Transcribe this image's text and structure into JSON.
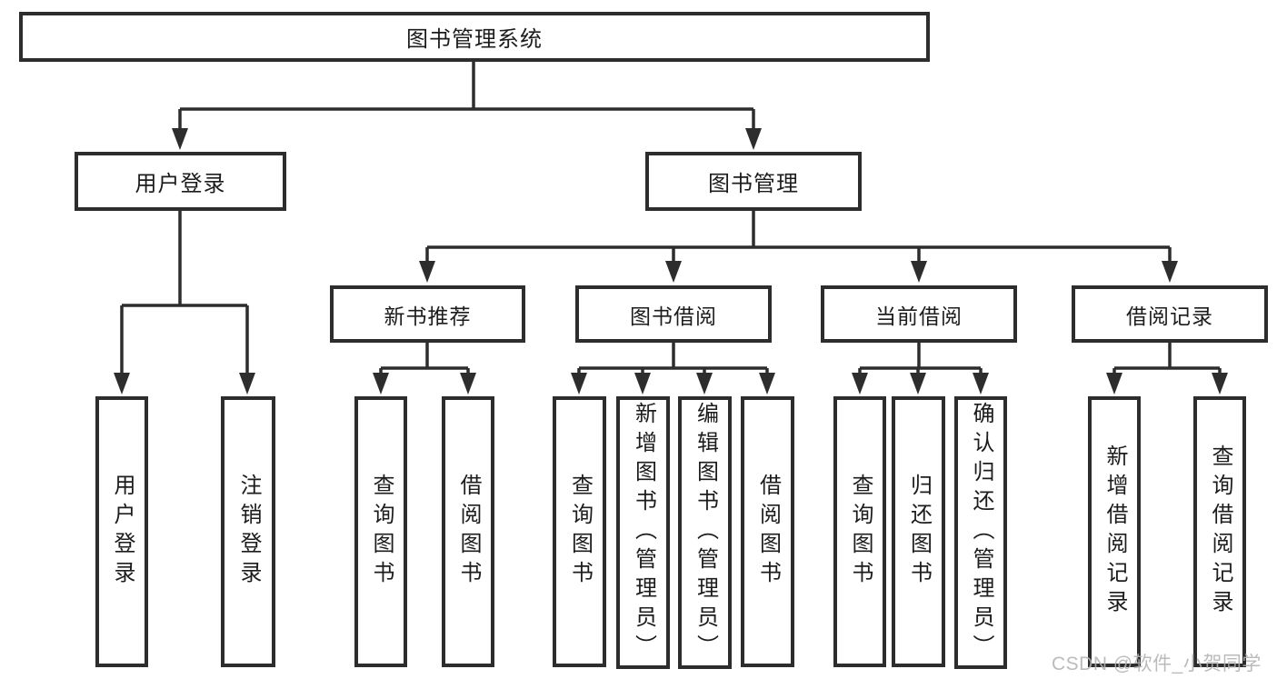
{
  "tree": {
    "root": "图书管理系统",
    "level2": {
      "user": "用户登录",
      "books": "图书管理"
    },
    "level3": {
      "new_books": "新书推荐",
      "borrow": "图书借阅",
      "current": "当前借阅",
      "records": "借阅记录"
    },
    "leaves": {
      "user": [
        "用户登录",
        "注销登录"
      ],
      "new_books": [
        "查询图书",
        "借阅图书"
      ],
      "borrow": [
        "查询图书",
        "新增图书（管理员）",
        "编辑图书（管理员）",
        "借阅图书"
      ],
      "current": [
        "查询图书",
        "归还图书",
        "确认归还（管理员）"
      ],
      "records": [
        "新增借阅记录",
        "查询借阅记录"
      ]
    }
  },
  "watermark": {
    "text": "CSDN @软件_小贺同学"
  },
  "colors": {
    "line": "#2d2d2d",
    "box_border": "#2d2d2d",
    "text": "#1c1c1c",
    "background": "#ffffff",
    "watermark": "#b2b2b2"
  }
}
